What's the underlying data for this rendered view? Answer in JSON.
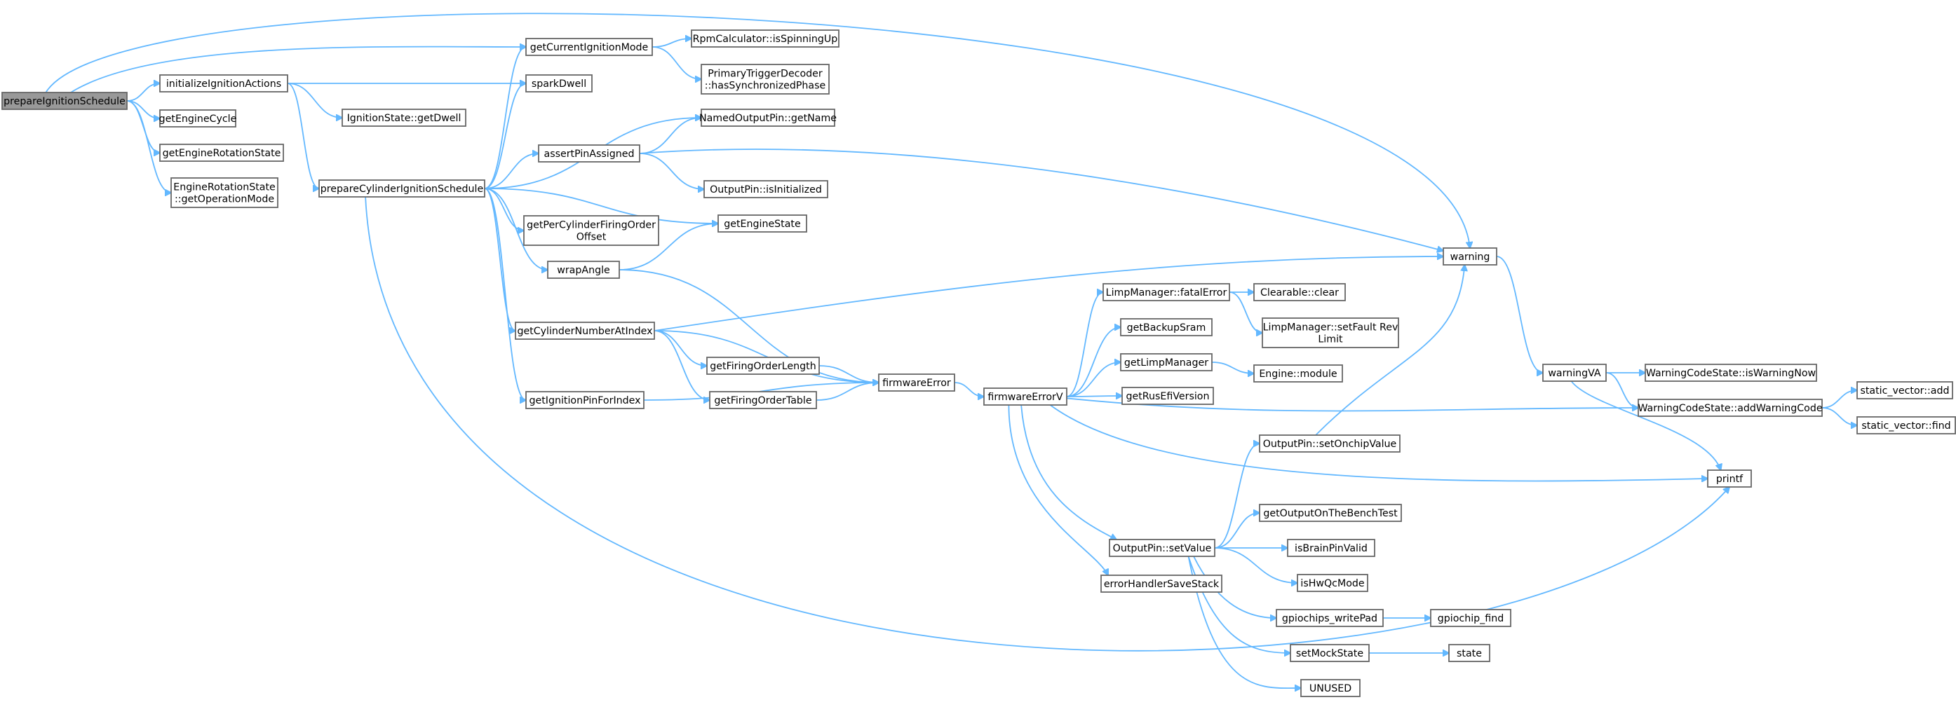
{
  "graph": {
    "type": "call-graph",
    "colors": {
      "edge": "#63b8ff",
      "root_fill": "#999999",
      "node_fill": "#ffffff",
      "node_border": "#666666"
    },
    "nodes": [
      {
        "id": "prepareIgnitionSchedule",
        "lines": [
          "prepareIgnitionSchedule"
        ],
        "root": true
      },
      {
        "id": "initializeIgnitionActions",
        "lines": [
          "initializeIgnitionActions"
        ]
      },
      {
        "id": "getEngineCycle",
        "lines": [
          "getEngineCycle"
        ]
      },
      {
        "id": "getEngineRotationState",
        "lines": [
          "getEngineRotationState"
        ]
      },
      {
        "id": "EngineRotationState_getOperationMode",
        "lines": [
          "EngineRotationState",
          "::getOperationMode"
        ]
      },
      {
        "id": "getCurrentIgnitionMode",
        "lines": [
          "getCurrentIgnitionMode"
        ]
      },
      {
        "id": "sparkDwell",
        "lines": [
          "sparkDwell"
        ]
      },
      {
        "id": "IgnitionState_getDwell",
        "lines": [
          "IgnitionState::getDwell"
        ]
      },
      {
        "id": "prepareCylinderIgnitionSchedule",
        "lines": [
          "prepareCylinderIgnitionSchedule"
        ]
      },
      {
        "id": "RpmCalculator_isSpinningUp",
        "lines": [
          "RpmCalculator::isSpinningUp"
        ]
      },
      {
        "id": "PrimaryTriggerDecoder_hasSynchronizedPhase",
        "lines": [
          "PrimaryTriggerDecoder",
          "::hasSynchronizedPhase"
        ]
      },
      {
        "id": "NamedOutputPin_getName",
        "lines": [
          "NamedOutputPin::getName"
        ]
      },
      {
        "id": "assertPinAssigned",
        "lines": [
          "assertPinAssigned"
        ]
      },
      {
        "id": "OutputPin_isInitialized",
        "lines": [
          "OutputPin::isInitialized"
        ]
      },
      {
        "id": "getEngineState",
        "lines": [
          "getEngineState"
        ]
      },
      {
        "id": "getPerCylinderFiringOrderOffset",
        "lines": [
          "getPerCylinderFiringOrder",
          "Offset"
        ]
      },
      {
        "id": "wrapAngle",
        "lines": [
          "wrapAngle"
        ]
      },
      {
        "id": "getCylinderNumberAtIndex",
        "lines": [
          "getCylinderNumberAtIndex"
        ]
      },
      {
        "id": "getFiringOrderLength",
        "lines": [
          "getFiringOrderLength"
        ]
      },
      {
        "id": "getFiringOrderTable",
        "lines": [
          "getFiringOrderTable"
        ]
      },
      {
        "id": "getIgnitionPinForIndex",
        "lines": [
          "getIgnitionPinForIndex"
        ]
      },
      {
        "id": "firmwareError",
        "lines": [
          "firmwareError"
        ]
      },
      {
        "id": "firmwareErrorV",
        "lines": [
          "firmwareErrorV"
        ]
      },
      {
        "id": "warning",
        "lines": [
          "warning"
        ]
      },
      {
        "id": "LimpManager_fatalError",
        "lines": [
          "LimpManager::fatalError"
        ]
      },
      {
        "id": "Clearable_clear",
        "lines": [
          "Clearable::clear"
        ]
      },
      {
        "id": "LimpManager_setFaultRevLimit",
        "lines": [
          "LimpManager::setFault Rev",
          "Limit"
        ]
      },
      {
        "id": "getBackupSram",
        "lines": [
          "getBackupSram"
        ]
      },
      {
        "id": "getLimpManager",
        "lines": [
          "getLimpManager"
        ]
      },
      {
        "id": "Engine_module",
        "lines": [
          "Engine::module"
        ]
      },
      {
        "id": "getRusEfiVersion",
        "lines": [
          "getRusEfiVersion"
        ]
      },
      {
        "id": "OutputPin_setOnchipValue",
        "lines": [
          "OutputPin::setOnchipValue"
        ]
      },
      {
        "id": "OutputPin_setValue",
        "lines": [
          "OutputPin::setValue"
        ]
      },
      {
        "id": "errorHandlerSaveStack",
        "lines": [
          "errorHandlerSaveStack"
        ]
      },
      {
        "id": "getOutputOnTheBenchTest",
        "lines": [
          "getOutputOnTheBenchTest"
        ]
      },
      {
        "id": "isBrainPinValid",
        "lines": [
          "isBrainPinValid"
        ]
      },
      {
        "id": "isHwQcMode",
        "lines": [
          "isHwQcMode"
        ]
      },
      {
        "id": "gpiochips_writePad",
        "lines": [
          "gpiochips_writePad"
        ]
      },
      {
        "id": "gpiochip_find",
        "lines": [
          "gpiochip_find"
        ]
      },
      {
        "id": "setMockState",
        "lines": [
          "setMockState"
        ]
      },
      {
        "id": "state",
        "lines": [
          "state"
        ]
      },
      {
        "id": "UNUSED",
        "lines": [
          "UNUSED"
        ]
      },
      {
        "id": "warningVA",
        "lines": [
          "warningVA"
        ]
      },
      {
        "id": "WarningCodeState_isWarningNow",
        "lines": [
          "WarningCodeState::isWarningNow"
        ]
      },
      {
        "id": "WarningCodeState_addWarningCode",
        "lines": [
          "WarningCodeState::addWarningCode"
        ]
      },
      {
        "id": "static_vector_add",
        "lines": [
          "static_vector::add"
        ]
      },
      {
        "id": "static_vector_find",
        "lines": [
          "static_vector::find"
        ]
      },
      {
        "id": "printf",
        "lines": [
          "printf"
        ]
      }
    ],
    "edges": [
      [
        "prepareIgnitionSchedule",
        "initializeIgnitionActions"
      ],
      [
        "prepareIgnitionSchedule",
        "getEngineCycle"
      ],
      [
        "prepareIgnitionSchedule",
        "getEngineRotationState"
      ],
      [
        "prepareIgnitionSchedule",
        "EngineRotationState_getOperationMode"
      ],
      [
        "prepareIgnitionSchedule",
        "getCurrentIgnitionMode"
      ],
      [
        "prepareIgnitionSchedule",
        "warning"
      ],
      [
        "initializeIgnitionActions",
        "sparkDwell"
      ],
      [
        "initializeIgnitionActions",
        "IgnitionState_getDwell"
      ],
      [
        "initializeIgnitionActions",
        "prepareCylinderIgnitionSchedule"
      ],
      [
        "getCurrentIgnitionMode",
        "RpmCalculator_isSpinningUp"
      ],
      [
        "getCurrentIgnitionMode",
        "PrimaryTriggerDecoder_hasSynchronizedPhase"
      ],
      [
        "prepareCylinderIgnitionSchedule",
        "getCurrentIgnitionMode"
      ],
      [
        "prepareCylinderIgnitionSchedule",
        "sparkDwell"
      ],
      [
        "prepareCylinderIgnitionSchedule",
        "NamedOutputPin_getName"
      ],
      [
        "prepareCylinderIgnitionSchedule",
        "assertPinAssigned"
      ],
      [
        "prepareCylinderIgnitionSchedule",
        "getEngineState"
      ],
      [
        "prepareCylinderIgnitionSchedule",
        "getPerCylinderFiringOrderOffset"
      ],
      [
        "prepareCylinderIgnitionSchedule",
        "wrapAngle"
      ],
      [
        "prepareCylinderIgnitionSchedule",
        "getCylinderNumberAtIndex"
      ],
      [
        "prepareCylinderIgnitionSchedule",
        "getIgnitionPinForIndex"
      ],
      [
        "prepareCylinderIgnitionSchedule",
        "printf"
      ],
      [
        "assertPinAssigned",
        "NamedOutputPin_getName"
      ],
      [
        "assertPinAssigned",
        "OutputPin_isInitialized"
      ],
      [
        "assertPinAssigned",
        "warning"
      ],
      [
        "wrapAngle",
        "getEngineState"
      ],
      [
        "wrapAngle",
        "firmwareError"
      ],
      [
        "getCylinderNumberAtIndex",
        "warning"
      ],
      [
        "getCylinderNumberAtIndex",
        "getFiringOrderLength"
      ],
      [
        "getCylinderNumberAtIndex",
        "getFiringOrderTable"
      ],
      [
        "getCylinderNumberAtIndex",
        "firmwareError"
      ],
      [
        "getFiringOrderLength",
        "firmwareError"
      ],
      [
        "getFiringOrderTable",
        "firmwareError"
      ],
      [
        "getIgnitionPinForIndex",
        "firmwareError"
      ],
      [
        "firmwareError",
        "firmwareErrorV"
      ],
      [
        "firmwareErrorV",
        "LimpManager_fatalError"
      ],
      [
        "firmwareErrorV",
        "getBackupSram"
      ],
      [
        "firmwareErrorV",
        "getLimpManager"
      ],
      [
        "firmwareErrorV",
        "getRusEfiVersion"
      ],
      [
        "firmwareErrorV",
        "WarningCodeState_addWarningCode"
      ],
      [
        "firmwareErrorV",
        "printf"
      ],
      [
        "firmwareErrorV",
        "OutputPin_setValue"
      ],
      [
        "firmwareErrorV",
        "errorHandlerSaveStack"
      ],
      [
        "LimpManager_fatalError",
        "Clearable_clear"
      ],
      [
        "LimpManager_fatalError",
        "LimpManager_setFaultRevLimit"
      ],
      [
        "getLimpManager",
        "Engine_module"
      ],
      [
        "OutputPin_setValue",
        "OutputPin_setOnchipValue"
      ],
      [
        "OutputPin_setValue",
        "getOutputOnTheBenchTest"
      ],
      [
        "OutputPin_setValue",
        "isBrainPinValid"
      ],
      [
        "OutputPin_setValue",
        "isHwQcMode"
      ],
      [
        "OutputPin_setValue",
        "gpiochips_writePad"
      ],
      [
        "OutputPin_setValue",
        "setMockState"
      ],
      [
        "OutputPin_setValue",
        "UNUSED"
      ],
      [
        "OutputPin_setOnchipValue",
        "warning"
      ],
      [
        "gpiochips_writePad",
        "gpiochip_find"
      ],
      [
        "setMockState",
        "state"
      ],
      [
        "warning",
        "warningVA"
      ],
      [
        "warningVA",
        "WarningCodeState_isWarningNow"
      ],
      [
        "warningVA",
        "WarningCodeState_addWarningCode"
      ],
      [
        "warningVA",
        "printf"
      ],
      [
        "WarningCodeState_addWarningCode",
        "static_vector_add"
      ],
      [
        "WarningCodeState_addWarningCode",
        "static_vector_find"
      ]
    ]
  }
}
